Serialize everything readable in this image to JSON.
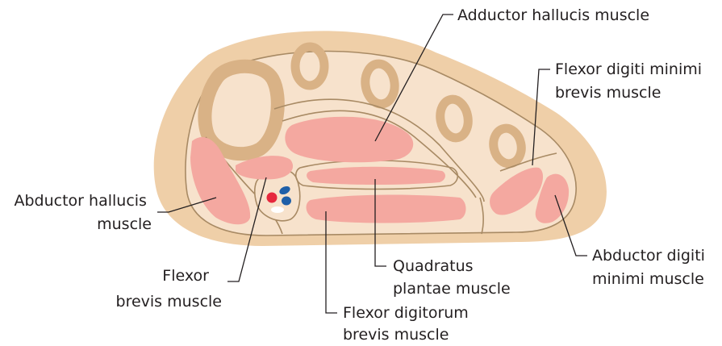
{
  "labels": {
    "adductor_hallucis": [
      "Adductor hallucis muscle"
    ],
    "flexor_digiti_minimi_brevis": [
      "Flexor digiti minimi",
      "brevis muscle"
    ],
    "abductor_hallucis": [
      "Abductor hallucis",
      "muscle"
    ],
    "flexor_brevis": [
      "Flexor",
      "brevis muscle"
    ],
    "flexor_digitorum_brevis": [
      "Flexor digitorum",
      "brevis muscle"
    ],
    "quadratus_plantae": [
      "Quadratus",
      "plantae muscle"
    ],
    "abductor_digiti_minimi": [
      "Abductor digiti",
      "minimi muscle"
    ]
  },
  "colors": {
    "skin": "#efcfa8",
    "fascia": "#f7e2cc",
    "bone": "#d9b286",
    "muscle": "#f4a8a0",
    "outline": "#a88a64",
    "leader": "#231f20",
    "artery": "#e6283e",
    "vein": "#1f5fa8",
    "nerve": "#ffffff"
  }
}
